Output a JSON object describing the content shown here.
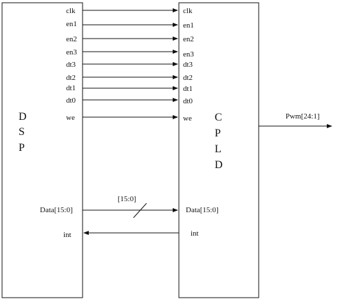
{
  "blocks": {
    "dsp": {
      "letters": [
        "D",
        "S",
        "P"
      ]
    },
    "cpld": {
      "letters": [
        "C",
        "P",
        "L",
        "D"
      ]
    }
  },
  "signals": [
    {
      "left": "clk",
      "right": "clk",
      "direction": "right"
    },
    {
      "left": "en1",
      "right": "en1",
      "direction": "right"
    },
    {
      "left": "en2",
      "right": "en2",
      "direction": "right"
    },
    {
      "left": "en3",
      "right": "en3",
      "direction": "right"
    },
    {
      "left": "dt3",
      "right": "dt3",
      "direction": "right"
    },
    {
      "left": "dt2",
      "right": "dt2",
      "direction": "right"
    },
    {
      "left": "dt1",
      "right": "dt1",
      "direction": "right"
    },
    {
      "left": "dt0",
      "right": "dt0",
      "direction": "right"
    },
    {
      "left": "we",
      "right": "we",
      "direction": "right"
    }
  ],
  "data_bus": {
    "left": "Data[15:0]",
    "right": "Data[15:0]",
    "width_label": "[15:0]",
    "direction": "right"
  },
  "interrupt": {
    "left": "int",
    "right": "int",
    "direction": "left"
  },
  "output": {
    "label": "Pwm[24:1]",
    "direction": "right"
  }
}
